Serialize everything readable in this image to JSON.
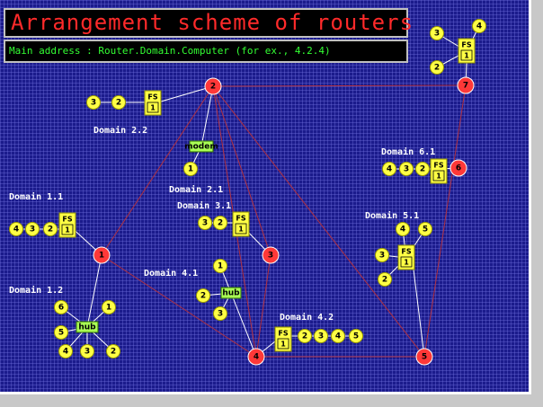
{
  "title": "Arrangement scheme of routers",
  "subtitle": "Main address : Router.Domain.Computer (for ex., 4.2.4)",
  "domains": [
    {
      "label": "Domain 1.1",
      "computers": [
        "4",
        "3",
        "2"
      ],
      "server": [
        "FS",
        "1"
      ]
    },
    {
      "label": "Domain 1.2",
      "device": "hub",
      "computers": [
        "6",
        "1",
        "5",
        "4",
        "3",
        "2"
      ]
    },
    {
      "label": "Domain 2.1",
      "device": "modem",
      "computers": [
        "1"
      ]
    },
    {
      "label": "Domain 2.2",
      "computers": [
        "3",
        "2"
      ],
      "server": [
        "FS",
        "1"
      ]
    },
    {
      "label": "Domain 3.1",
      "computers": [
        "3",
        "2"
      ],
      "server": [
        "FS",
        "1"
      ]
    },
    {
      "label": "Domain 4.1",
      "device": "hub",
      "computers": [
        "1",
        "2",
        "3"
      ]
    },
    {
      "label": "Domain 4.2",
      "computers": [
        "2",
        "3",
        "4",
        "5"
      ],
      "server": [
        "FS",
        "1"
      ]
    },
    {
      "label": "Domain 5.1",
      "computers": [
        "4",
        "5",
        "3",
        "2"
      ],
      "server": [
        "FS",
        "1"
      ]
    },
    {
      "label": "Domain 6.1",
      "computers": [
        "4",
        "3",
        "2"
      ],
      "server": [
        "FS",
        "1"
      ]
    },
    {
      "label": "",
      "computers": [
        "4",
        "3",
        "2"
      ],
      "server": [
        "FS",
        "1"
      ]
    }
  ],
  "routers": [
    "1",
    "2",
    "3",
    "4",
    "5",
    "6",
    "7"
  ],
  "colors": {
    "router": "#ff3838",
    "router_link": "#b03040",
    "computer": "#ffff44",
    "server": "#ffff44",
    "device": "#aaff55",
    "link": "#ffffff"
  }
}
